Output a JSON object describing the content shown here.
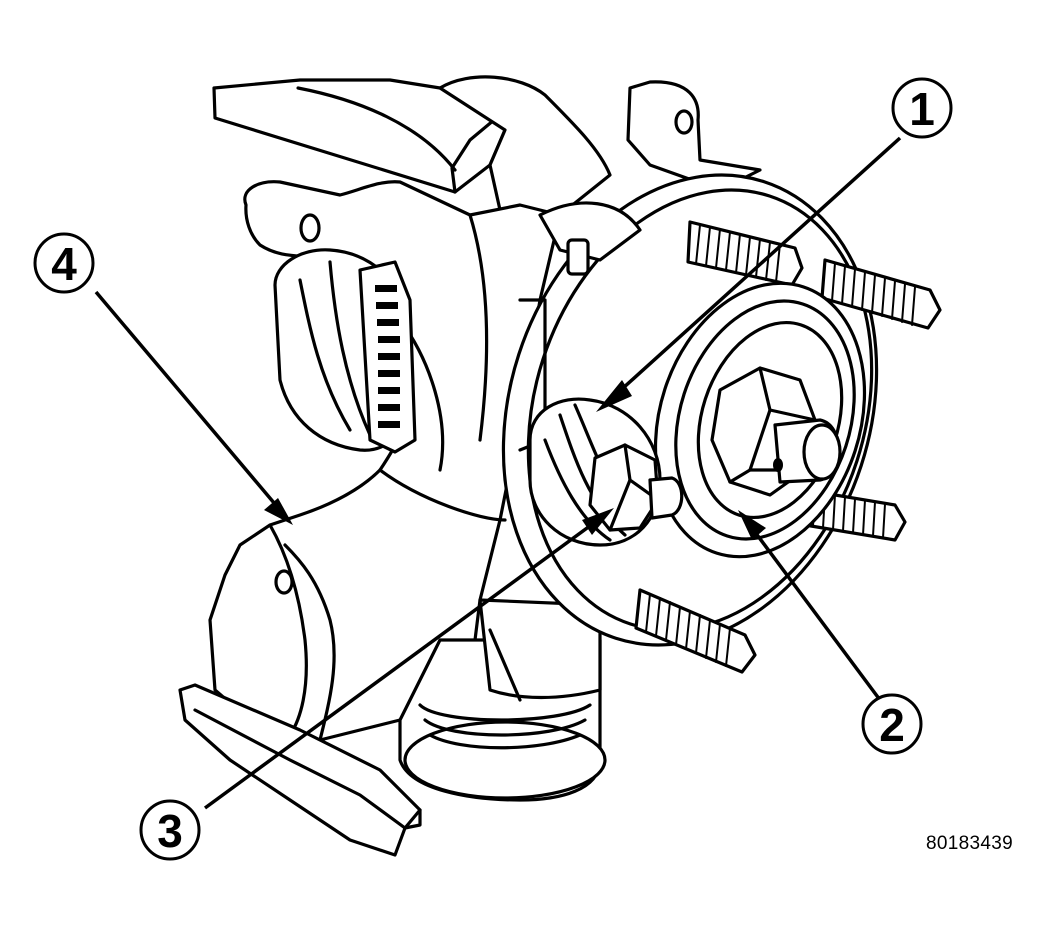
{
  "callouts": [
    {
      "id": "1",
      "label": "1"
    },
    {
      "id": "2",
      "label": "2"
    },
    {
      "id": "3",
      "label": "3"
    },
    {
      "id": "4",
      "label": "4"
    }
  ],
  "figure_number": "80183439",
  "colors": {
    "line": "#000000",
    "background": "#ffffff"
  }
}
